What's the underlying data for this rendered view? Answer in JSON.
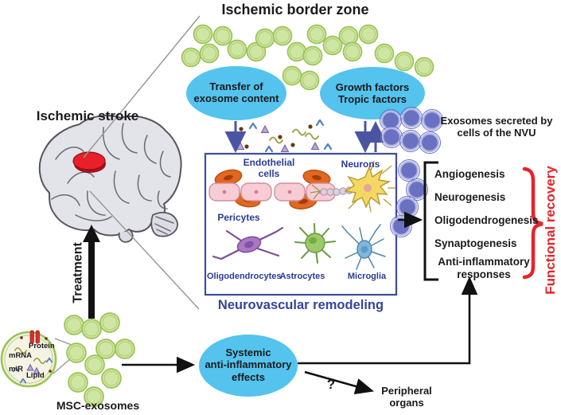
{
  "title": "Ischemic border zone",
  "labels": {
    "ischemic_stroke": "Ischemic stroke",
    "treatment": "Treatment",
    "msc_exosomes": "MSC-exosomes",
    "neurovascular": "Neurovascular remodeling",
    "secreted": "Exosomes secreted  by\ncells of the NVU",
    "functional_recovery": "Functional recovery",
    "question_mark": "?",
    "peripheral": "Peripheral\norgans"
  },
  "bubbles": {
    "transfer": "Transfer of\nexosome content",
    "growth": "Growth factors\nTropic factors",
    "systemic": "Systemic\nanti-inflammatory\neffects"
  },
  "nvu_cells": {
    "endothelial": "Endothelial\ncells",
    "pericytes": "Pericytes",
    "neurons": "Neurons",
    "oligodendrocytes": "Oligodendrocytes",
    "astrocytes": "Astrocytes",
    "microglia": "Microglia"
  },
  "outcomes": [
    "Angiogenesis",
    "Neurogenesis",
    "Oligodendrogenesis",
    "Synaptogenesis",
    "Anti-inflammatory\nresponses"
  ],
  "exosome_contents": {
    "protein": "Protein",
    "mrna": "mRNA",
    "mir": "miR",
    "lipid": "Lipid"
  },
  "colors": {
    "bubble_blue": "#54c3ee",
    "exosome_green_fill": "#cfe5a3",
    "exosome_green_stroke": "#9cc355",
    "nvu_exosome_fill": "#6a71c2",
    "nvu_exosome_ring": "#b4b9e4",
    "arrow_slate": "#4a55a2",
    "box_border": "#3e4d9c",
    "box_label_blue": "#2b3a96",
    "accent_red": "#e5242a",
    "lesion_red": "#e8202a",
    "text_black": "#1a1a1a"
  }
}
